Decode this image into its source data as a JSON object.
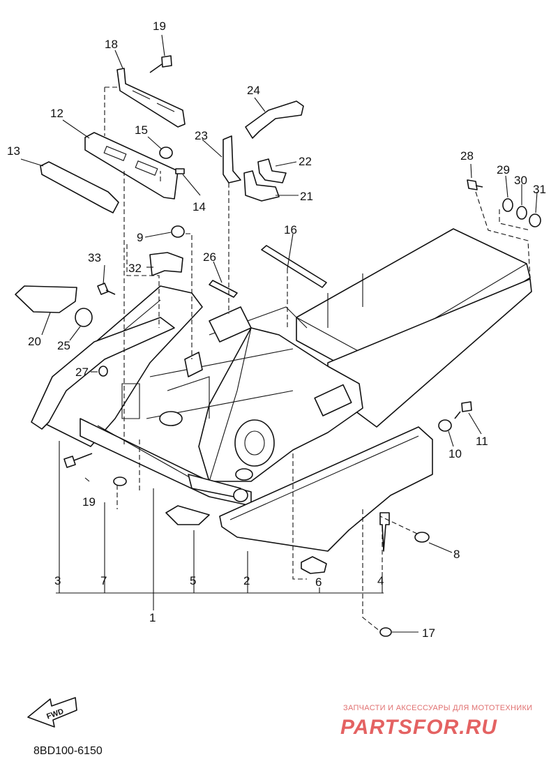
{
  "diagram": {
    "part_numbers": [
      "1",
      "2",
      "3",
      "4",
      "5",
      "6",
      "7",
      "8",
      "9",
      "10",
      "11",
      "12",
      "13",
      "14",
      "15",
      "16",
      "17",
      "18",
      "19",
      "19",
      "20",
      "21",
      "22",
      "23",
      "24",
      "25",
      "26",
      "27",
      "28",
      "29",
      "30",
      "31",
      "32",
      "33"
    ],
    "fwd_label": "FWD",
    "diagram_code": "8BD100-6150"
  },
  "watermark": {
    "tagline": "ЗАПЧАСТИ И АКСЕССУАРЫ ДЛЯ МОТОТЕХНИКИ",
    "logo_text": "PARTSFOR.RU",
    "color": "#e46262"
  }
}
